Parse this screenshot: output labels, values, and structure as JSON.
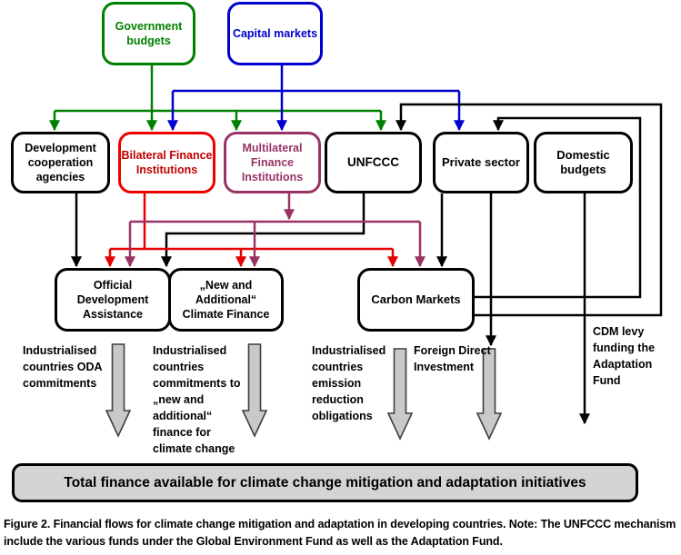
{
  "diagram": {
    "source_nodes": [
      {
        "id": "government-budgets",
        "label": "Government budgets",
        "color": "#008000"
      },
      {
        "id": "capital-markets",
        "label": "Capital markets",
        "color": "#0000ce"
      }
    ],
    "intermediary_nodes": [
      {
        "id": "development-cooperation-agencies",
        "label": "Development cooperation agencies",
        "color": "#000000"
      },
      {
        "id": "bilateral-finance-institutions",
        "label": "Bilateral Finance Institutions",
        "color": "#c00000"
      },
      {
        "id": "multilateral-finance-institutions",
        "label": "Multilateral Finance Institutions",
        "color": "#993366"
      },
      {
        "id": "unfccc",
        "label": "UNFCCC",
        "color": "#000000"
      },
      {
        "id": "private-sector",
        "label": "Private sector",
        "color": "#000000"
      },
      {
        "id": "domestic-budgets",
        "label": "Domestic budgets",
        "color": "#000000"
      }
    ],
    "instrument_nodes": [
      {
        "id": "official-development-assistance",
        "label": "Official Development Assistance",
        "color": "#000000"
      },
      {
        "id": "new-and-additional-climate-finance",
        "label": "„New and Additional“ Climate Finance",
        "color": "#000000"
      },
      {
        "id": "carbon-markets",
        "label": "Carbon Markets",
        "color": "#000000"
      }
    ],
    "flow_labels": [
      {
        "id": "oda-commitments",
        "text": "Industrialised countries ODA commitments"
      },
      {
        "id": "new-additional-commitments",
        "text": "Industrialised countries commitments to „new and additional“ finance for climate change"
      },
      {
        "id": "emission-reduction-obligations",
        "text": "Industrialised countries emission reduction obligations"
      },
      {
        "id": "foreign-direct-investment",
        "text": "Foreign Direct Investment"
      },
      {
        "id": "cdm-levy",
        "text": "CDM levy funding the Adaptation Fund"
      }
    ],
    "total_bar": "Total finance available for climate change mitigation and adaptation initiatives",
    "caption": "Figure 2. Financial flows for climate change mitigation and adaptation in developing countries. Note: The UNFCCC mechanism include the various funds under the Global Environment Fund as well as the Adaptation Fund."
  },
  "colors": {
    "flow_green": "#008000",
    "flow_blue": "#0000ce",
    "flow_red": "#e60000",
    "flow_purple": "#993366",
    "flow_black": "#000000",
    "big_arrow_fill": "#c9c9c9",
    "big_arrow_outline": "#3f3f3f",
    "total_bar_fill": "#d4d4d4"
  }
}
